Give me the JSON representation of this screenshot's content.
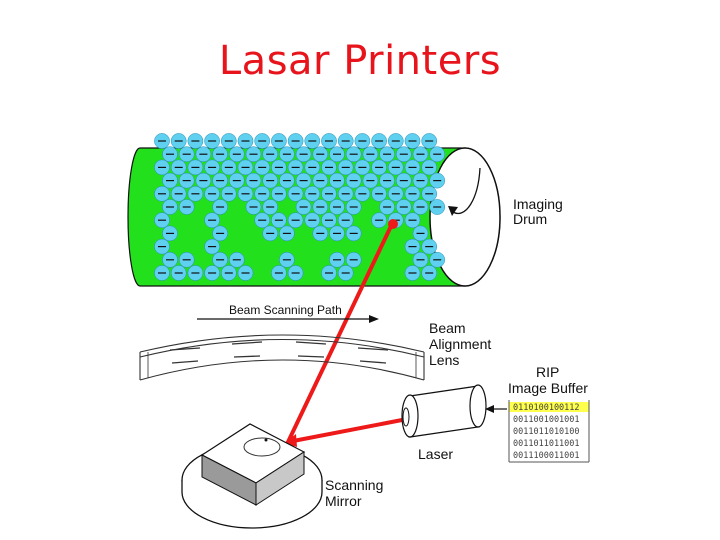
{
  "title": "Lasar Printers",
  "labels": {
    "imaging_drum": [
      "Imaging",
      "Drum"
    ],
    "beam_scanning_path": "Beam Scanning Path",
    "beam_alignment_lens": [
      "Beam",
      "Alignment",
      "Lens"
    ],
    "rip_image_buffer": [
      "RIP",
      "Image Buffer"
    ],
    "laser": "Laser",
    "scanning_mirror": [
      "Scanning",
      "Mirror"
    ]
  },
  "buffer_rows": [
    "0110100100112",
    "0011001001001",
    "0011011010100",
    "0011011011001",
    "0011100011001"
  ],
  "colors": {
    "title": "#e8141c",
    "drum": "#22e01c",
    "toner": "#5fd0f0",
    "beam": "#ee1a1a",
    "highlight": "#ffff4d"
  }
}
